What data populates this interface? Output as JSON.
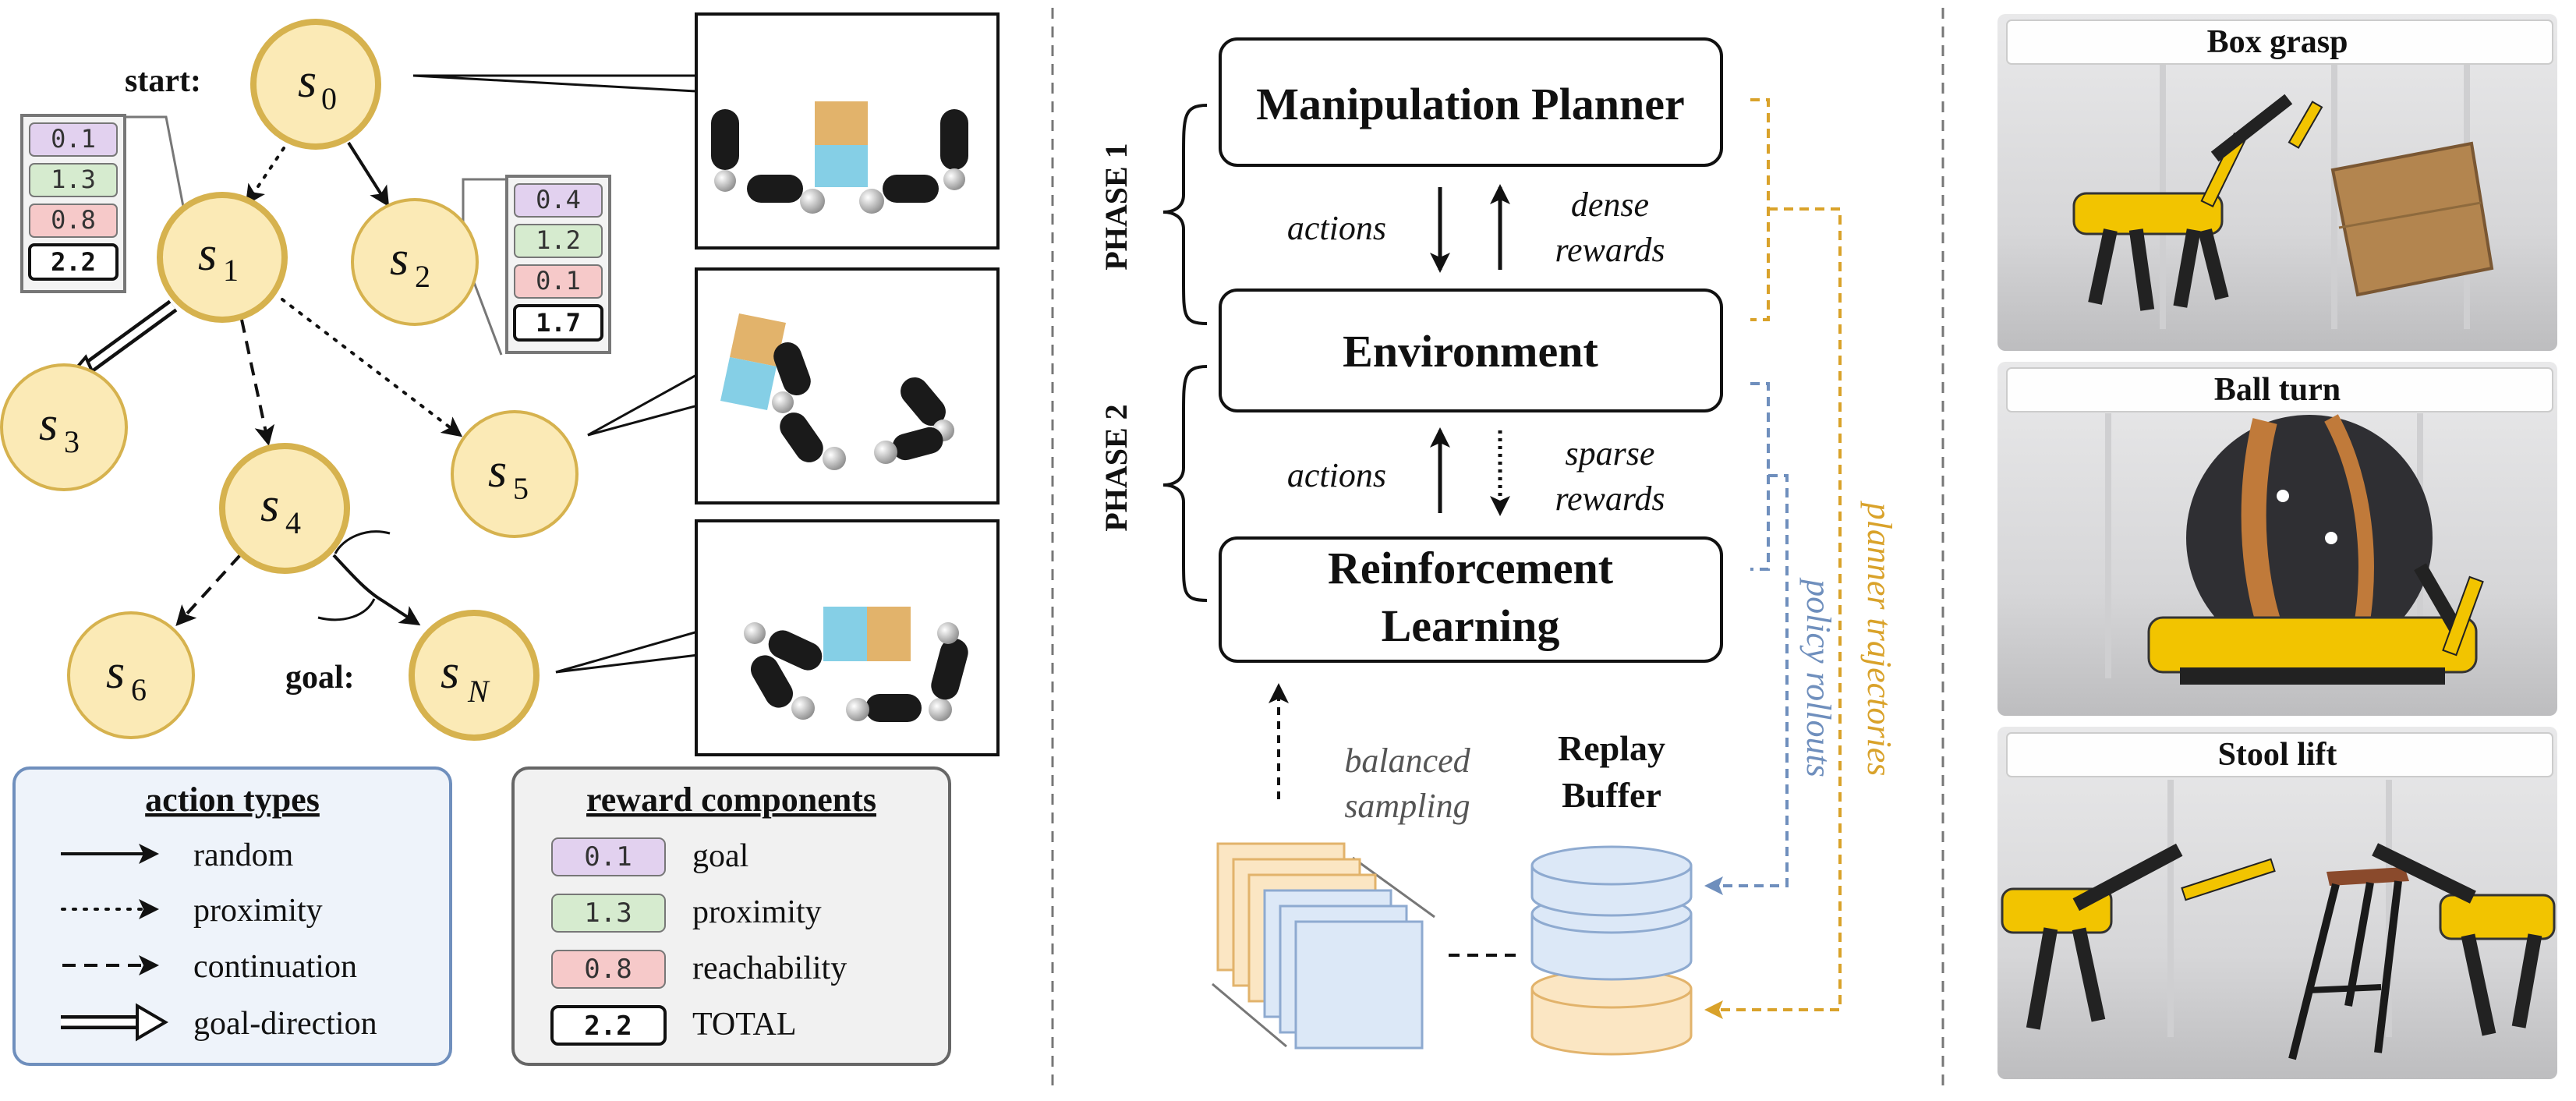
{
  "colors": {
    "node_fill": "#fbeab6",
    "node_stroke": "#d6b24e",
    "goal_badge": "#e2d1ef",
    "proximity_badge": "#d6ebcf",
    "reachability_badge": "#f6c9c9",
    "phase1_bracket": "#d9a22a",
    "phase2_bracket": "#6f8fbd",
    "action_legend_bg": "#eef3fa",
    "reward_legend_bg": "#f1f1f1",
    "cube_blue": "#85cfe6",
    "cube_tan": "#e2b36b"
  },
  "tree": {
    "start_label": "start:",
    "goal_label": "goal:",
    "nodes": {
      "s0": {
        "base": "s",
        "sub": "0"
      },
      "s1": {
        "base": "s",
        "sub": "1"
      },
      "s2": {
        "base": "s",
        "sub": "2"
      },
      "s3": {
        "base": "s",
        "sub": "3"
      },
      "s4": {
        "base": "s",
        "sub": "4"
      },
      "s5": {
        "base": "s",
        "sub": "5"
      },
      "s6": {
        "base": "s",
        "sub": "6"
      },
      "sN": {
        "base": "s",
        "sub": "N"
      }
    },
    "scores_s1": {
      "goal": "0.1",
      "proximity": "1.3",
      "reachability": "0.8",
      "total": "2.2"
    },
    "scores_s2": {
      "goal": "0.4",
      "proximity": "1.2",
      "reachability": "0.1",
      "total": "1.7"
    }
  },
  "action_legend": {
    "title": "action types",
    "items": [
      "random",
      "proximity",
      "continuation",
      "goal-direction"
    ]
  },
  "reward_legend": {
    "title": "reward components",
    "items": [
      {
        "badge": "0.1",
        "label": "goal"
      },
      {
        "badge": "1.3",
        "label": "proximity"
      },
      {
        "badge": "0.8",
        "label": "reachability"
      },
      {
        "badge": "2.2",
        "label": "TOTAL"
      }
    ]
  },
  "pipeline": {
    "phase1": "PHASE 1",
    "phase2": "PHASE 2",
    "planner": "Manipulation Planner",
    "environment": "Environment",
    "rl_line1": "Reinforcement",
    "rl_line2": "Learning",
    "actions_top": "actions",
    "dense_line1": "dense",
    "dense_line2": "rewards",
    "actions_bottom": "actions",
    "sparse_line1": "sparse",
    "sparse_line2": "rewards",
    "balanced_line1": "balanced",
    "balanced_line2": "sampling",
    "replay_line1": "Replay",
    "replay_line2": "Buffer",
    "planner_trajectories": "planner trajectories",
    "policy_rollouts": "policy rollouts"
  },
  "photos": {
    "box": "Box grasp",
    "ball": "Ball turn",
    "stool": "Stool lift"
  }
}
